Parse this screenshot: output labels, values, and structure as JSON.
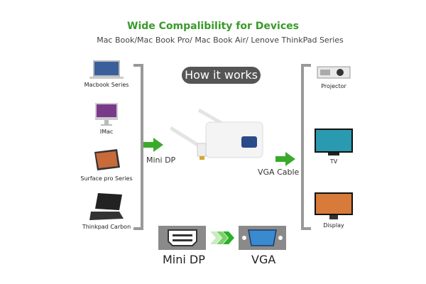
{
  "header": {
    "title": "Wide Compalibility for Devices",
    "subtitle": "Mac Book/Mac Book Pro/ Mac Book Air/ Lenove ThinkPad Series"
  },
  "center": {
    "badge": "How it works",
    "input_label": "Mini DP",
    "output_label": "VGA Cable"
  },
  "sources": [
    {
      "label": "Macbook Series"
    },
    {
      "label": "IMac"
    },
    {
      "label": "Surface pro Series"
    },
    {
      "label": "Thinkpad Carbon"
    }
  ],
  "outputs": [
    {
      "label": "Projector"
    },
    {
      "label": "TV"
    },
    {
      "label": "Display"
    }
  ],
  "connectors": {
    "from": "Mini DP",
    "to": "VGA"
  },
  "colors": {
    "accent": "#3a9a2a",
    "bracket": "#999999",
    "badge": "#555555",
    "vga_port": "#3a7fc0"
  }
}
